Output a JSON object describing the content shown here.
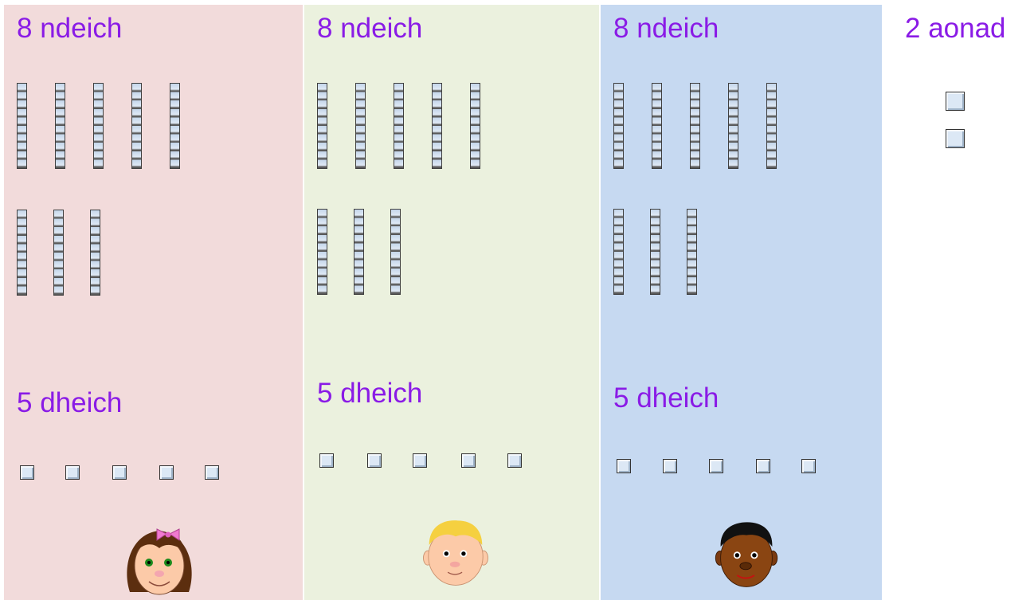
{
  "columns": [
    {
      "id": "panel-1",
      "label_top": "8 ndeich",
      "label_bottom": "5 dheich",
      "rods": 8,
      "units": 5,
      "background": "#f2dbdb",
      "face": "girl-with-bow"
    },
    {
      "id": "panel-2",
      "label_top": "8 ndeich",
      "label_bottom": "5 dheich",
      "rods": 8,
      "units": 5,
      "background": "#ebf1de",
      "face": "blond-boy"
    },
    {
      "id": "panel-3",
      "label_top": "8 ndeich",
      "label_bottom": "5 dheich",
      "rods": 8,
      "units": 5,
      "background": "#c6d9f1",
      "face": "dark-skinned-boy"
    }
  ],
  "ones": {
    "label": "2 aonad",
    "units": 2
  },
  "colors": {
    "label_text": "#8a1be6"
  }
}
